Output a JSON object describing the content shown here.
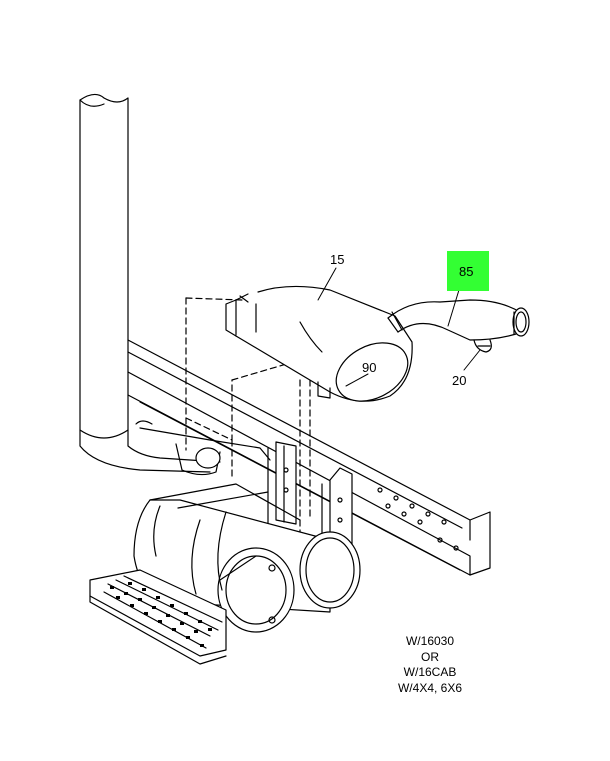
{
  "callouts": {
    "c15": "15",
    "c85": "85",
    "c90": "90",
    "c20": "20"
  },
  "highlight_color": "#33ff33",
  "note_lines": [
    "W/16030",
    "OR",
    "W/16CAB",
    "W/4X4, 6X6"
  ]
}
